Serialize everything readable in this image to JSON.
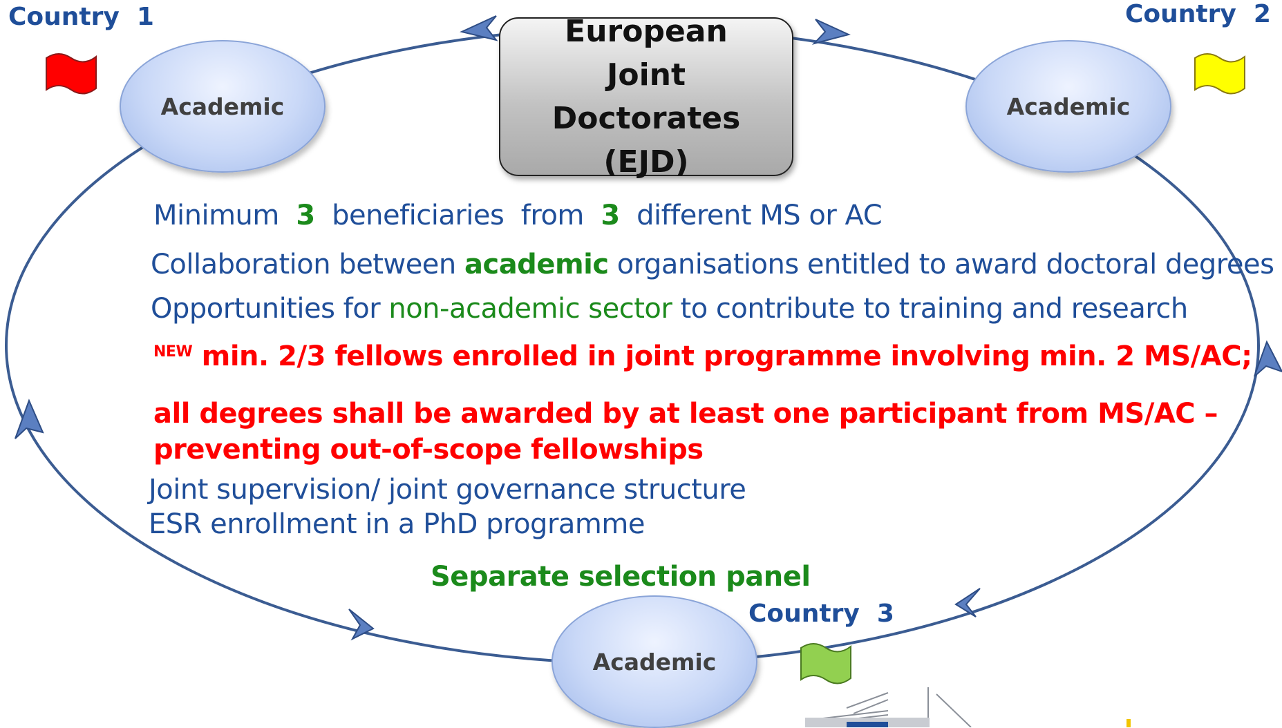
{
  "center": {
    "title": "European Joint Doctorates (EJD)"
  },
  "countries": [
    {
      "label": "Country  1",
      "flag_color": "#ff0000"
    },
    {
      "label": "Country  2",
      "flag_color": "#ffff00"
    },
    {
      "label": "Country  3",
      "flag_color": "#92d050"
    }
  ],
  "nodes": {
    "academic_1": "Academic",
    "academic_2": "Academic",
    "academic_3": "Academic"
  },
  "lines": {
    "l1": {
      "a": "Minimum  ",
      "n1": "3",
      "b": "  beneficiaries  from  ",
      "n2": "3",
      "c": "  different MS or AC"
    },
    "l2": {
      "a": "Collaboration between ",
      "b": "academic",
      "c": " organisations entitled to award doctoral degrees"
    },
    "l3": {
      "a": "Opportunities for ",
      "b": "non-academic sector",
      "c": " to contribute to training and research"
    },
    "l4": {
      "tag": "NEW",
      "text": " min. 2/3 fellows enrolled in joint programme involving min. 2 MS/AC;"
    },
    "l5": "all degrees shall be awarded by at least one participant from MS/AC –",
    "l6": "preventing out-of-scope fellowships",
    "l7": "Joint supervision/ joint governance structure",
    "l8": "ESR enrollment in a PhD programme",
    "l9": "Separate selection panel"
  },
  "colors": {
    "blue_text": "#1f4e99",
    "green": "#1b8a1b",
    "red": "#ff0000",
    "ring": "#3b5c92"
  }
}
